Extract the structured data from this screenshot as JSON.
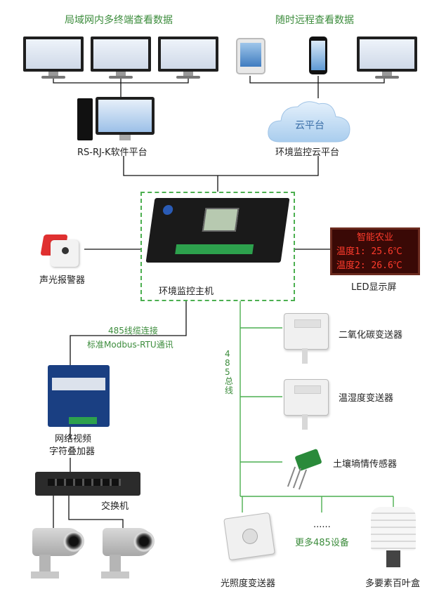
{
  "labels": {
    "lan_view": "局域网内多终端查看数据",
    "remote_view": "随时远程查看数据",
    "software_platform": "RS-RJ-K软件平台",
    "cloud_text": "云平台",
    "cloud_platform": "环境监控云平台",
    "alarm": "声光报警器",
    "host": "环境监控主机",
    "led_screen": "LED显示屏",
    "link_line1": "485线缆连接",
    "link_line2": "标准Modbus-RTU通讯",
    "video_line1": "网络视频",
    "video_line2": "字符叠加器",
    "switch": "交换机",
    "bus": "485总线",
    "co2": "二氧化碳变送器",
    "temp_humidity": "温湿度变送器",
    "soil": "土壤墒情传感器",
    "more_dots": "......",
    "more_devices": "更多485设备",
    "light": "光照度变送器",
    "louver": "多要素百叶盒"
  },
  "led": {
    "line1": "智能农业",
    "line2": "温度1: 25.6℃",
    "line3": "温度2: 26.6℃"
  },
  "colors": {
    "green_text": "#3c8c3c",
    "wire": "#111111",
    "bus_wire": "#4caf50",
    "led_text": "#ff3b2c"
  }
}
